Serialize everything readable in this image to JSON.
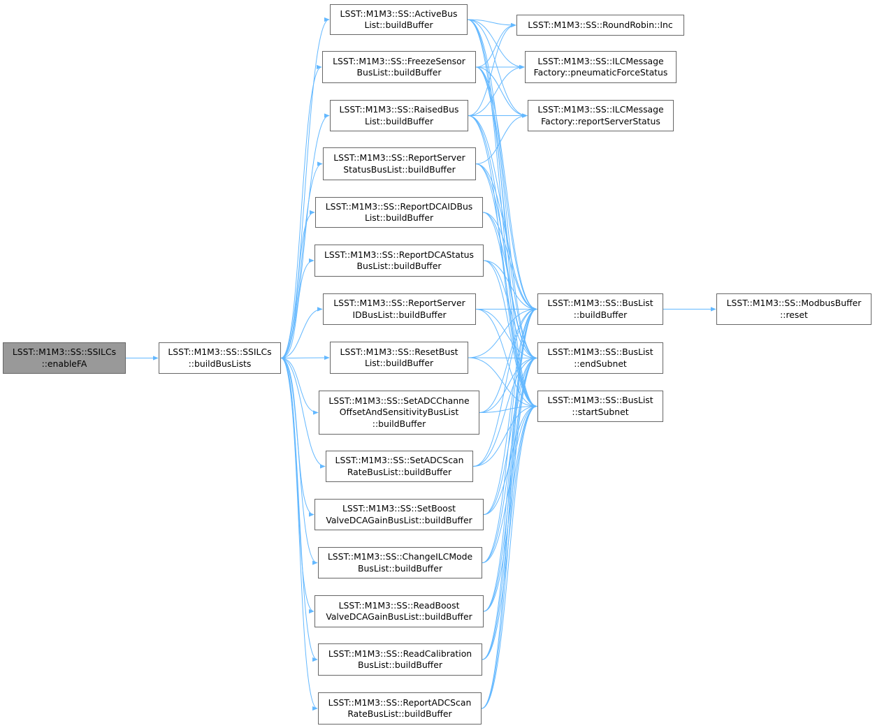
{
  "colors": {
    "edge": "#63b8ff",
    "node_border": "#666666",
    "node_fill": "#ffffff",
    "root_fill": "#999999"
  },
  "nodes": {
    "enable_fa": {
      "lines": [
        "LSST::M1M3::SS::SSILCs",
        "::enableFA"
      ]
    },
    "build_bus_lists": {
      "lines": [
        "LSST::M1M3::SS::SSILCs",
        "::buildBusLists"
      ]
    },
    "active_bus": {
      "lines": [
        "LSST::M1M3::SS::ActiveBus",
        "List::buildBuffer"
      ]
    },
    "freeze_sensor": {
      "lines": [
        "LSST::M1M3::SS::FreezeSensor",
        "BusList::buildBuffer"
      ]
    },
    "raised_bus": {
      "lines": [
        "LSST::M1M3::SS::RaisedBus",
        "List::buildBuffer"
      ]
    },
    "report_server_status": {
      "lines": [
        "LSST::M1M3::SS::ReportServer",
        "StatusBusList::buildBuffer"
      ]
    },
    "report_dcaid": {
      "lines": [
        "LSST::M1M3::SS::ReportDCAIDBus",
        "List::buildBuffer"
      ]
    },
    "report_dca_status": {
      "lines": [
        "LSST::M1M3::SS::ReportDCAStatus",
        "BusList::buildBuffer"
      ]
    },
    "report_server_id": {
      "lines": [
        "LSST::M1M3::SS::ReportServer",
        "IDBusList::buildBuffer"
      ]
    },
    "reset_bust": {
      "lines": [
        "LSST::M1M3::SS::ResetBust",
        "List::buildBuffer"
      ]
    },
    "set_adc_channel_offset": {
      "lines": [
        "LSST::M1M3::SS::SetADCChanne",
        "OffsetAndSensitivityBusList",
        "::buildBuffer"
      ]
    },
    "set_adc_scan_rate": {
      "lines": [
        "LSST::M1M3::SS::SetADCScan",
        "RateBusList::buildBuffer"
      ]
    },
    "set_boost_valve": {
      "lines": [
        "LSST::M1M3::SS::SetBoost",
        "ValveDCAGainBusList::buildBuffer"
      ]
    },
    "change_ilc_mode": {
      "lines": [
        "LSST::M1M3::SS::ChangeILCMode",
        "BusList::buildBuffer"
      ]
    },
    "read_boost_valve": {
      "lines": [
        "LSST::M1M3::SS::ReadBoost",
        "ValveDCAGainBusList::buildBuffer"
      ]
    },
    "read_calibration": {
      "lines": [
        "LSST::M1M3::SS::ReadCalibration",
        "BusList::buildBuffer"
      ]
    },
    "report_adc_scan_rate": {
      "lines": [
        "LSST::M1M3::SS::ReportADCScan",
        "RateBusList::buildBuffer"
      ]
    },
    "round_robin_inc": {
      "lines": [
        "LSST::M1M3::SS::RoundRobin::Inc"
      ]
    },
    "pneumatic_force_status": {
      "lines": [
        "LSST::M1M3::SS::ILCMessage",
        "Factory::pneumaticForceStatus"
      ]
    },
    "report_server_status_factory": {
      "lines": [
        "LSST::M1M3::SS::ILCMessage",
        "Factory::reportServerStatus"
      ]
    },
    "buslist_build_buffer": {
      "lines": [
        "LSST::M1M3::SS::BusList",
        "::buildBuffer"
      ]
    },
    "buslist_end_subnet": {
      "lines": [
        "LSST::M1M3::SS::BusList",
        "::endSubnet"
      ]
    },
    "buslist_start_subnet": {
      "lines": [
        "LSST::M1M3::SS::BusList",
        "::startSubnet"
      ]
    },
    "modbus_reset": {
      "lines": [
        "LSST::M1M3::SS::ModbusBuffer",
        "::reset"
      ]
    }
  },
  "edges": [
    [
      "enable_fa",
      "build_bus_lists"
    ],
    [
      "build_bus_lists",
      "active_bus"
    ],
    [
      "build_bus_lists",
      "freeze_sensor"
    ],
    [
      "build_bus_lists",
      "raised_bus"
    ],
    [
      "build_bus_lists",
      "report_server_status"
    ],
    [
      "build_bus_lists",
      "report_dcaid"
    ],
    [
      "build_bus_lists",
      "report_dca_status"
    ],
    [
      "build_bus_lists",
      "report_server_id"
    ],
    [
      "build_bus_lists",
      "reset_bust"
    ],
    [
      "build_bus_lists",
      "set_adc_channel_offset"
    ],
    [
      "build_bus_lists",
      "set_adc_scan_rate"
    ],
    [
      "build_bus_lists",
      "set_boost_valve"
    ],
    [
      "build_bus_lists",
      "change_ilc_mode"
    ],
    [
      "build_bus_lists",
      "read_boost_valve"
    ],
    [
      "build_bus_lists",
      "read_calibration"
    ],
    [
      "build_bus_lists",
      "report_adc_scan_rate"
    ],
    [
      "active_bus",
      "round_robin_inc"
    ],
    [
      "active_bus",
      "pneumatic_force_status"
    ],
    [
      "active_bus",
      "report_server_status_factory"
    ],
    [
      "active_bus",
      "buslist_build_buffer"
    ],
    [
      "active_bus",
      "buslist_end_subnet"
    ],
    [
      "active_bus",
      "buslist_start_subnet"
    ],
    [
      "freeze_sensor",
      "round_robin_inc"
    ],
    [
      "freeze_sensor",
      "pneumatic_force_status"
    ],
    [
      "freeze_sensor",
      "report_server_status_factory"
    ],
    [
      "freeze_sensor",
      "buslist_build_buffer"
    ],
    [
      "freeze_sensor",
      "buslist_end_subnet"
    ],
    [
      "freeze_sensor",
      "buslist_start_subnet"
    ],
    [
      "raised_bus",
      "round_robin_inc"
    ],
    [
      "raised_bus",
      "pneumatic_force_status"
    ],
    [
      "raised_bus",
      "report_server_status_factory"
    ],
    [
      "raised_bus",
      "buslist_build_buffer"
    ],
    [
      "raised_bus",
      "buslist_end_subnet"
    ],
    [
      "raised_bus",
      "buslist_start_subnet"
    ],
    [
      "report_server_status",
      "report_server_status_factory"
    ],
    [
      "report_server_status",
      "buslist_build_buffer"
    ],
    [
      "report_server_status",
      "buslist_end_subnet"
    ],
    [
      "report_server_status",
      "buslist_start_subnet"
    ],
    [
      "report_dcaid",
      "buslist_build_buffer"
    ],
    [
      "report_dcaid",
      "buslist_end_subnet"
    ],
    [
      "report_dcaid",
      "buslist_start_subnet"
    ],
    [
      "report_dca_status",
      "buslist_build_buffer"
    ],
    [
      "report_dca_status",
      "buslist_end_subnet"
    ],
    [
      "report_dca_status",
      "buslist_start_subnet"
    ],
    [
      "report_server_id",
      "buslist_build_buffer"
    ],
    [
      "report_server_id",
      "buslist_end_subnet"
    ],
    [
      "report_server_id",
      "buslist_start_subnet"
    ],
    [
      "reset_bust",
      "buslist_build_buffer"
    ],
    [
      "reset_bust",
      "buslist_end_subnet"
    ],
    [
      "reset_bust",
      "buslist_start_subnet"
    ],
    [
      "set_adc_channel_offset",
      "buslist_build_buffer"
    ],
    [
      "set_adc_channel_offset",
      "buslist_end_subnet"
    ],
    [
      "set_adc_channel_offset",
      "buslist_start_subnet"
    ],
    [
      "set_adc_scan_rate",
      "buslist_build_buffer"
    ],
    [
      "set_adc_scan_rate",
      "buslist_end_subnet"
    ],
    [
      "set_adc_scan_rate",
      "buslist_start_subnet"
    ],
    [
      "set_boost_valve",
      "buslist_build_buffer"
    ],
    [
      "set_boost_valve",
      "buslist_end_subnet"
    ],
    [
      "set_boost_valve",
      "buslist_start_subnet"
    ],
    [
      "change_ilc_mode",
      "buslist_build_buffer"
    ],
    [
      "change_ilc_mode",
      "buslist_end_subnet"
    ],
    [
      "change_ilc_mode",
      "buslist_start_subnet"
    ],
    [
      "read_boost_valve",
      "buslist_build_buffer"
    ],
    [
      "read_boost_valve",
      "buslist_end_subnet"
    ],
    [
      "read_boost_valve",
      "buslist_start_subnet"
    ],
    [
      "read_calibration",
      "buslist_build_buffer"
    ],
    [
      "read_calibration",
      "buslist_end_subnet"
    ],
    [
      "read_calibration",
      "buslist_start_subnet"
    ],
    [
      "report_adc_scan_rate",
      "buslist_build_buffer"
    ],
    [
      "report_adc_scan_rate",
      "buslist_end_subnet"
    ],
    [
      "report_adc_scan_rate",
      "buslist_start_subnet"
    ],
    [
      "buslist_build_buffer",
      "modbus_reset"
    ]
  ]
}
